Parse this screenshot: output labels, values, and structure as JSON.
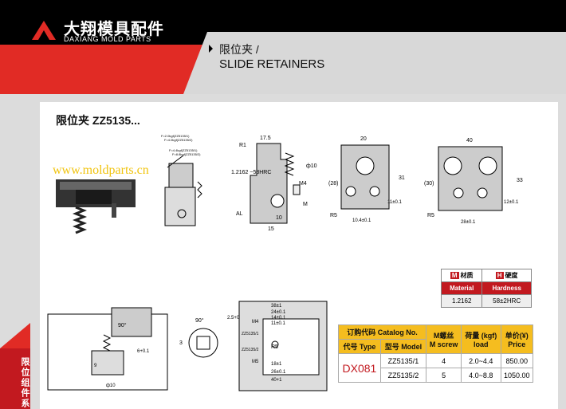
{
  "header": {
    "brand_cn": "大翔模具配件",
    "brand_en": "DAXIANG MOLD PARTS",
    "title_cn": "限位夹 /",
    "title_en": "SLIDE RETAINERS"
  },
  "part_title": "限位夹  ZZ5135...",
  "watermark": "www.moldparts.cn",
  "side_tab": "限位组件系",
  "drawing_labels": {
    "top_force": [
      "F=2.0kgf(ZZ5135/1)",
      "F=4.0kgf(ZZ5135/2)",
      "F=4.4kgf(ZZ5135/1)",
      "F=8.8kgf(ZZ5135/2)"
    ],
    "material_note": "1.2162\n~58HRC",
    "r1": "R1",
    "d17": "17.5",
    "d10": "ф10",
    "m4": "M4",
    "m": "M",
    "al": "AL",
    "d15": "15",
    "d10b": "10",
    "w20": "20",
    "d31": "31",
    "d28": "(28)",
    "r5a": "R5",
    "d11": "11±0.1",
    "d104": "10.4±0.1",
    "w40": "40",
    "d33": "33",
    "d30": "(30)",
    "r5b": "R5",
    "d12": "12±0.1",
    "d28b": "28±0.1",
    "a90a": "90°",
    "a90b": "90°",
    "d6": "6+0.1",
    "d9": "9",
    "d10c": "ф10",
    "d25": "2.5+0.1",
    "d3": "3",
    "d38": "38±1",
    "d24": "24±0.1",
    "d14": "14±0.1",
    "d11b": "11±0.1",
    "r5c": "R5",
    "d18": "18±1",
    "d26": "26±0.1",
    "d40": "40+1",
    "p1": "ZZ5135/1",
    "p2": "ZZ5135/2",
    "m4b": "M4",
    "m5": "M5"
  },
  "material_table": {
    "h1_box": "M",
    "h1": "材质",
    "h2_box": "H",
    "h2": "硬度",
    "l1": "Material",
    "l2": "Hardness",
    "v1": "1.2162",
    "v2": "58±2HRC"
  },
  "order_table": {
    "h_catalog": "订购代码 Catalog No.",
    "h_screw_cn": "M螺丝",
    "h_screw_en": "M screw",
    "h_load_cn": "荷量 (kgf)",
    "h_load_en": "load",
    "h_price_cn": "单价(¥)",
    "h_price_en": "Price",
    "h_type": "代号 Type",
    "h_model": "型号 Model",
    "code": "DX081",
    "rows": [
      {
        "model": "ZZ5135/1",
        "screw": "4",
        "load": "2.0~4.4",
        "price": "850.00"
      },
      {
        "model": "ZZ5135/2",
        "screw": "5",
        "load": "4.0~8.8",
        "price": "1050.00"
      }
    ]
  }
}
